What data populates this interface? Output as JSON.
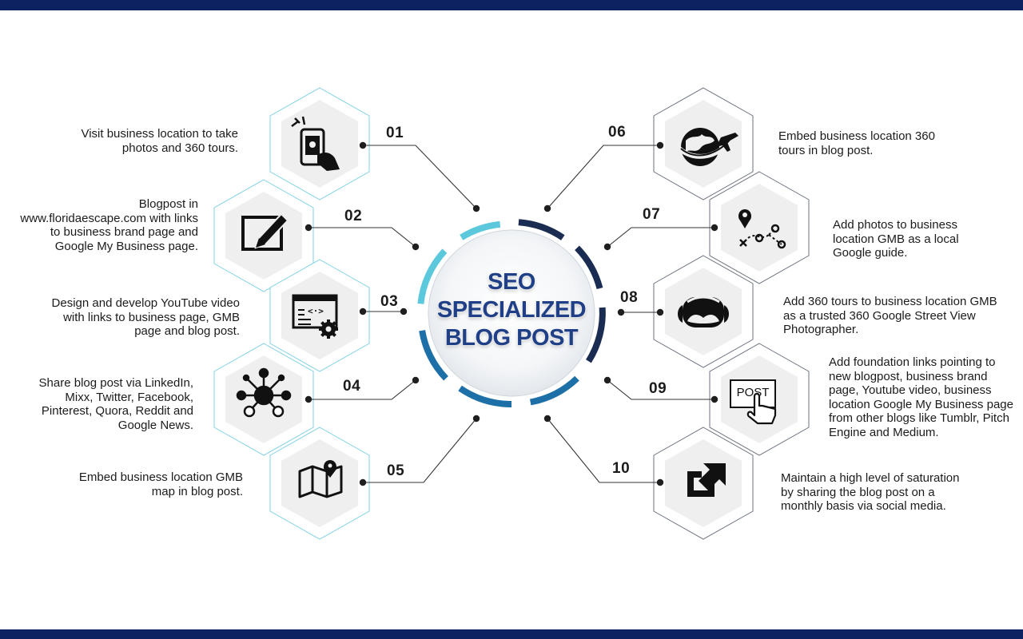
{
  "title": {
    "lines": [
      "SEO",
      "SPECIALIZED",
      "BLOG POST"
    ]
  },
  "steps": [
    {
      "number": "01",
      "text": "Visit business location to take photos and 360 tours.",
      "icon": "phone-camera-icon"
    },
    {
      "number": "02",
      "text": "Blogpost in www.floridaescape.com with links to business brand page and Google My Business page.",
      "icon": "edit-icon"
    },
    {
      "number": "03",
      "text": "Design and develop YouTube video with links to business page, GMB page and blog post.",
      "icon": "code-window-gear-icon"
    },
    {
      "number": "04",
      "text": "Share blog post via LinkedIn, Mixx, Twitter, Facebook, Pinterest, Quora, Reddit and Google News.",
      "icon": "social-network-icon"
    },
    {
      "number": "05",
      "text": "Embed business location GMB map in blog post.",
      "icon": "map-pin-icon"
    },
    {
      "number": "06",
      "text": "Embed business location 360 tours in blog post.",
      "icon": "globe-plane-icon"
    },
    {
      "number": "07",
      "text": "Add photos to business location GMB as a local Google guide.",
      "icon": "route-pin-icon"
    },
    {
      "number": "08",
      "text": "Add 360 tours to business location GMB as a trusted 360 Google Street View Photographer.",
      "icon": "vr-headset-icon"
    },
    {
      "number": "09",
      "text": "Add foundation links pointing to new blogpost, business brand page, Youtube video, business location Google My Business page from other blogs like Tumblr, Pitch Engine and Medium.",
      "icon": "post-click-icon",
      "icon_label": "POST"
    },
    {
      "number": "10",
      "text": "Maintain a high level of saturation by sharing the blog post on a monthly basis via social media.",
      "icon": "share-external-icon"
    }
  ],
  "colors": {
    "bar": "#0d2261",
    "title": "#1f3f86",
    "ring_light": "#5bc8dc",
    "ring_mid": "#1d6fa8",
    "ring_dark": "#1a2c52",
    "hex_fill": "#efefef",
    "hex_border": "#6b7280"
  }
}
